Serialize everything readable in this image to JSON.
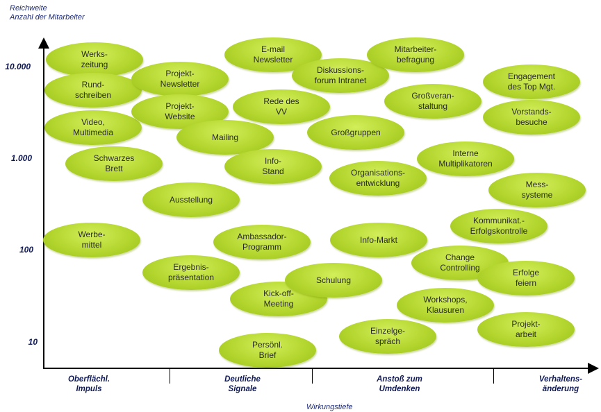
{
  "y_axis": {
    "title": "Reichweite",
    "subtitle": "Anzahl der Mitarbeiter",
    "ticks": [
      "10.000",
      "1.000",
      "100",
      "10"
    ]
  },
  "x_axis": {
    "title": "Wirkungstiefe",
    "categories": [
      "Oberflächl.\nImpuls",
      "Deutliche\nSignale",
      "Anstoß zum\nUmdenken",
      "Verhaltens-\nänderung"
    ]
  },
  "bubbles": [
    "Werks-\nzeitung",
    "Rund-\nschreiben",
    "Video,\nMultimedia",
    "Schwarzes\nBrett",
    "Werbe-\nmittel",
    "Projekt-\nNewsletter",
    "Projekt-\nWebsite",
    "Mailing",
    "Ausstellung",
    "Ergebnis-\npräsentation",
    "E-mail\nNewsletter",
    "Rede des\nVV",
    "Info-\nStand",
    "Ambassador-\nProgramm",
    "Kick-off-\nMeeting",
    "Persönl.\nBrief",
    "Diskussions-\nforum Intranet",
    "Schulung",
    "Mitarbeiter-\nbefragung",
    "Großveran-\nstaltung",
    "Großgruppen",
    "Organisations-\nentwicklung",
    "Info-Markt",
    "Einzelge-\nspräch",
    "Interne\nMultiplikatoren",
    "Change\nControlling",
    "Workshops,\nKlausuren",
    "Engagement\ndes Top Mgt.",
    "Vorstands-\nbesuche",
    "Mess-\nsysteme",
    "Kommunikat.-\nErfolgskontrolle",
    "Erfolge\nfeiern",
    "Projekt-\narbeit"
  ]
}
